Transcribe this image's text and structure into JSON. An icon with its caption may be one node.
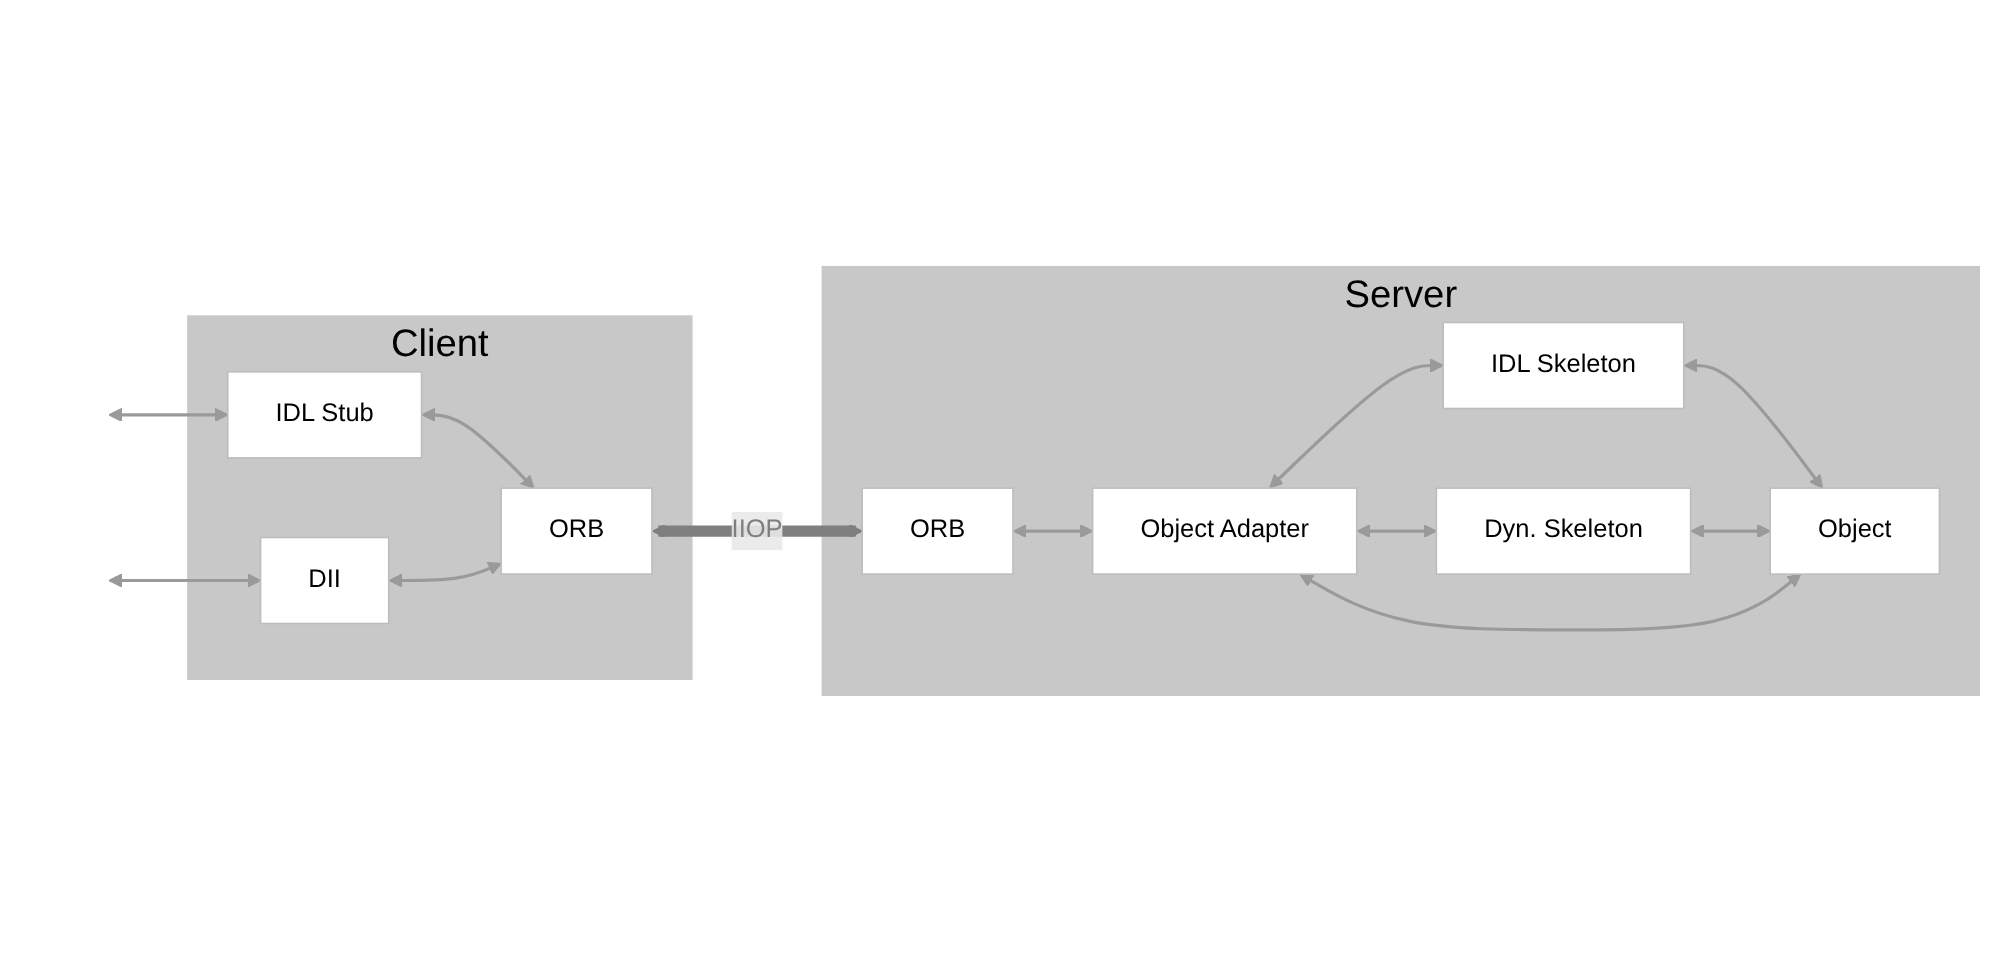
{
  "diagram": {
    "nodes": [
      {
        "text": [
          "Client"
        ]
      },
      {
        "text": [
          "IDL Stub"
        ],
        "in": 0
      },
      {
        "text": [
          "DII"
        ],
        "in": 0
      },
      {
        "text": [
          "ORB"
        ],
        "in": 0
      },
      {
        "text": [
          "Server"
        ]
      },
      {
        "text": [
          "ORB"
        ],
        "in": 4
      },
      {
        "text": [
          "Object Adapter"
        ],
        "in": 4
      },
      {
        "text": [
          "IDL Skeleton"
        ],
        "in": 4
      },
      {
        "text": [
          "Dyn. Skeleton"
        ],
        "in": 4
      },
      {
        "text": [
          "Object"
        ],
        "in": 4
      }
    ],
    "edges": [
      {
        "from": null,
        "to": 1,
        "arrow": "both"
      },
      {
        "from": 1,
        "to": 3,
        "arrow": "both"
      },
      {
        "from": null,
        "to": 2,
        "arrow": "both"
      },
      {
        "from": 2,
        "to": 3,
        "arrow": "both"
      },
      {
        "from": 3,
        "to": 5,
        "arrow": "both",
        "label": "IIOP",
        "style": "thick",
        "color": "#7f7f7f"
      },
      {
        "from": 5,
        "to": 6,
        "arrow": "both"
      },
      {
        "from": 6,
        "to": 7,
        "arrow": "both"
      },
      {
        "from": 7,
        "to": 9,
        "arrow": "both"
      },
      {
        "from": 6,
        "to": 8,
        "arrow": "both"
      },
      {
        "from": 8,
        "to": 9,
        "arrow": "both"
      },
      {
        "from": 6,
        "to": 9,
        "arrow": "both"
      }
    ]
  }
}
